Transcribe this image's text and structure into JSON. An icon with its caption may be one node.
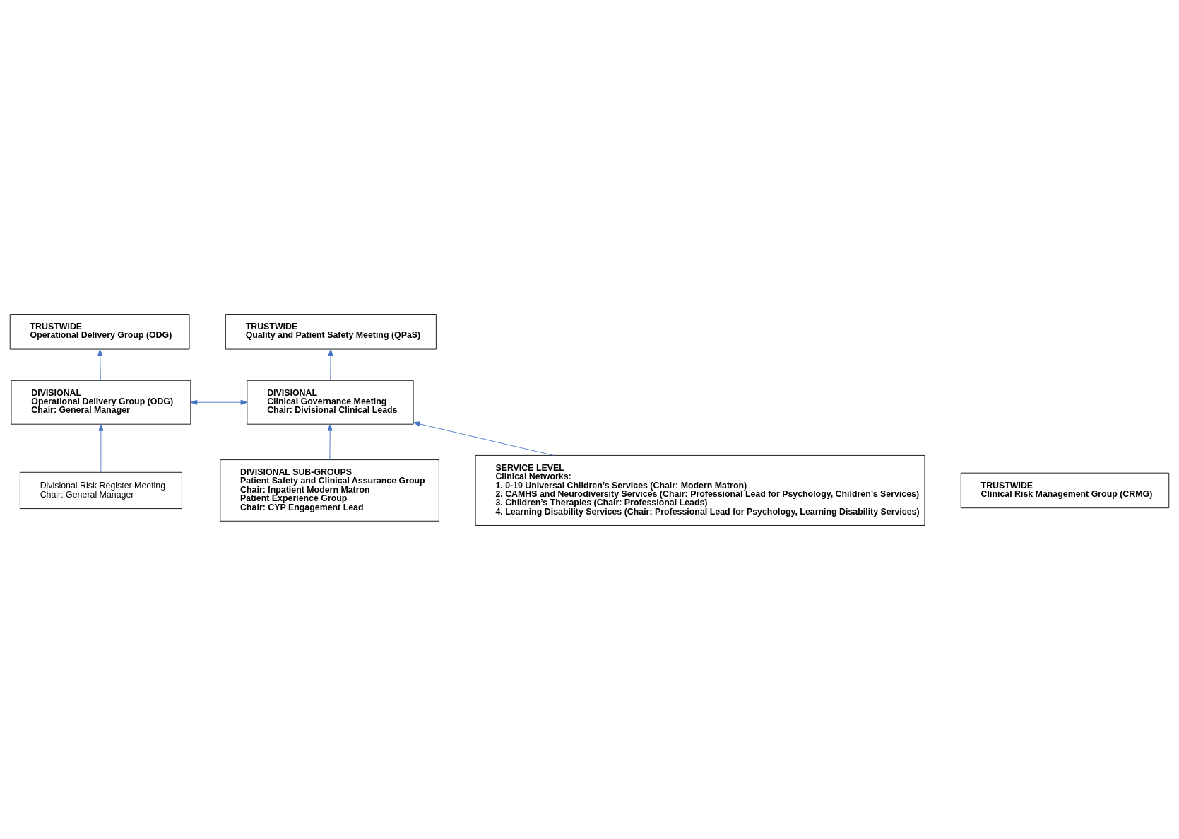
{
  "diagram": {
    "nodes": [
      {
        "text": [
          "TRUSTWIDE",
          "Operational Delivery Group (ODG)"
        ]
      },
      {
        "text": [
          "TRUSTWIDE",
          "Quality and Patient Safety Meeting (QPaS)"
        ]
      },
      {
        "text": [
          "TRUSTWIDE",
          "Clinical Risk Management Group (CRMG)"
        ]
      },
      {
        "text": [
          "DIVISIONAL",
          "Operational Delivery Group (ODG)",
          "Chair: General Manager"
        ]
      },
      {
        "text": [
          "DIVISIONAL",
          "Clinical Governance Meeting",
          "Chair: Divisional Clinical Leads"
        ]
      },
      {
        "text": [
          "Divisional Risk Register Meeting",
          "Chair: General Manager"
        ]
      },
      {
        "text": [
          "DIVISIONAL SUB-GROUPS",
          "Patient Safety and Clinical Assurance Group",
          "Chair: Inpatient Modern Matron",
          "Patient Experience Group",
          "Chair: CYP Engagement Lead"
        ]
      },
      {
        "text": [
          "SERVICE LEVEL",
          "Clinical Networks:",
          "1. 0-19 Universal Children’s Services (Chair: Modern Matron)",
          "2. CAMHS and Neurodiversity Services (Chair: Professional Lead for Psychology, Children’s Services)",
          "3. Children’s Therapies (Chair: Professional Leads)",
          "4. Learning Disability Services (Chair: Professional Lead for Psychology, Learning Disability Services)"
        ]
      }
    ],
    "edges": [
      {
        "from": 3,
        "to": 0,
        "arrow": "to"
      },
      {
        "from": 4,
        "to": 1,
        "arrow": "to"
      },
      {
        "from": 3,
        "to": 4,
        "arrow": "both"
      },
      {
        "from": 5,
        "to": 3,
        "arrow": "to"
      },
      {
        "from": 6,
        "to": 4,
        "arrow": "to"
      },
      {
        "from": 7,
        "to": 4,
        "arrow": "to"
      }
    ]
  }
}
